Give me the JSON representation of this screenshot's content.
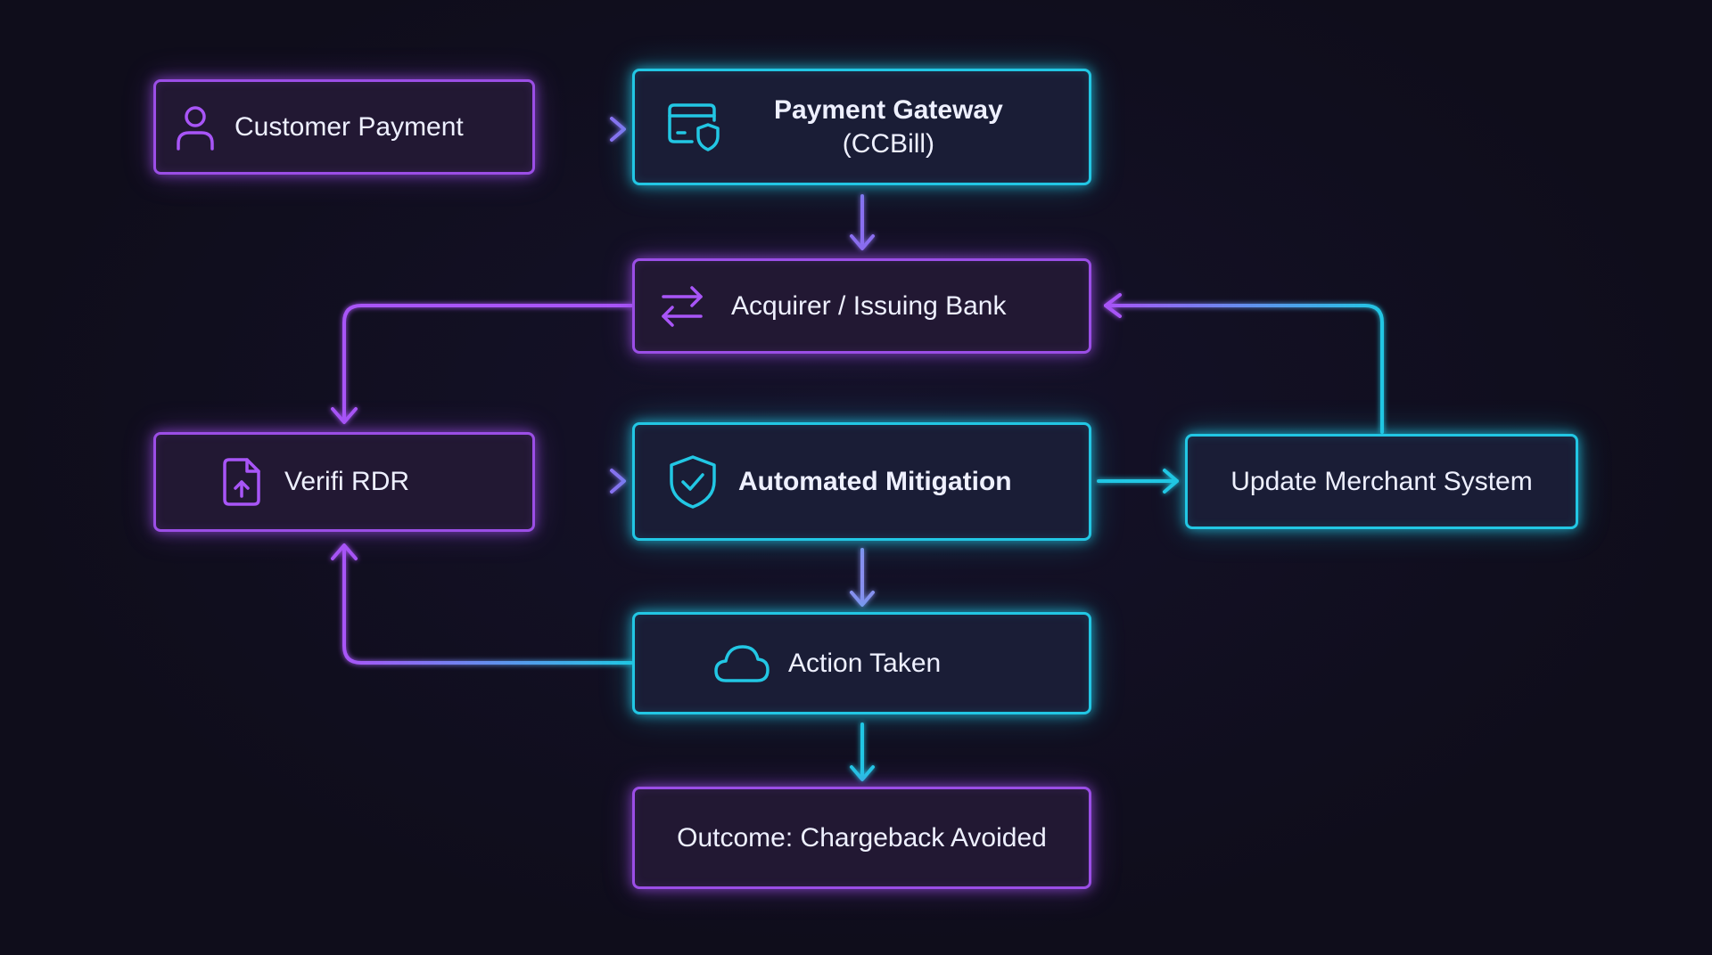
{
  "nodes": {
    "customer_payment": "Customer Payment",
    "payment_gateway": {
      "title": "Payment Gateway",
      "subtitle": "(CCBill)"
    },
    "acquirer_bank": "Acquirer / Issuing Bank",
    "verifi_rdr": "Verifi RDR",
    "automated_mitigation": "Automated Mitigation",
    "update_merchant": "Update Merchant System",
    "action_taken": "Action Taken",
    "outcome": "Outcome: Chargeback Avoided"
  },
  "icons": {
    "customer_payment": "user-icon",
    "payment_gateway": "card-shield-icon",
    "acquirer_bank": "transfer-arrows-icon",
    "verifi_rdr": "document-upload-icon",
    "automated_mitigation": "shield-check-icon",
    "action_taken": "cloud-icon"
  },
  "colors": {
    "background": "#0f0d1b",
    "purple": "#9b4ee6",
    "cyan": "#22c7e4"
  }
}
